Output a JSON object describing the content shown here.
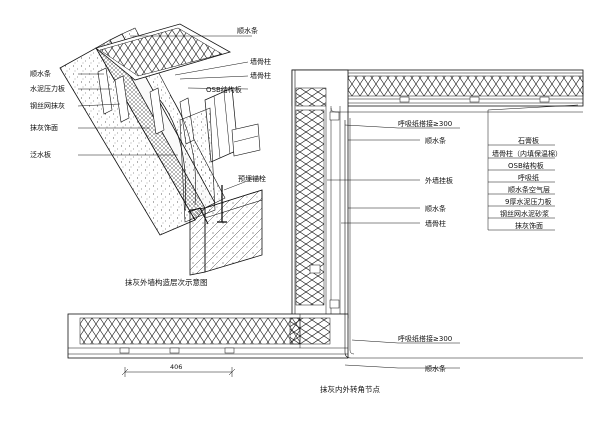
{
  "left_detail": {
    "title": "抹灰外墙构造层次示意图",
    "top_label": "顺水条",
    "right_labels": [
      "墙骨柱",
      "墙骨柱",
      "OSB结构板"
    ],
    "left_labels": [
      "顺水条",
      "水泥压力板",
      "钢丝网抹灰",
      "抹灰饰面",
      "泛水板"
    ],
    "bottom_label": "预埋锚栓"
  },
  "right_detail": {
    "title": "抹灰内外转角节点",
    "inner_labels": [
      "呼吸纸搭接≥300",
      "顺水条",
      "外墙挂板",
      "顺水条",
      "墙骨柱"
    ],
    "bottom_labels": [
      "呼吸纸搭接≥300",
      "顺水条"
    ],
    "legend": [
      "石膏板",
      "墙骨柱（内填保温棉）",
      "OSB结构板",
      "呼吸纸",
      "顺水条空气层",
      "9厚水泥压力板",
      "钢丝网水泥砂浆",
      "抹灰饰面"
    ],
    "dimension": "406"
  },
  "colors": {
    "line": "#111111",
    "background": "#ffffff"
  }
}
